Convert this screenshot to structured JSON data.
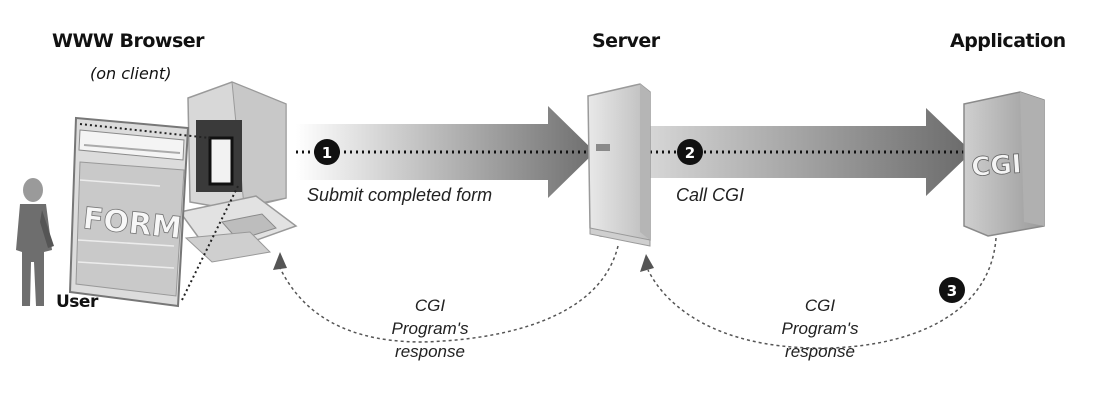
{
  "labels": {
    "browser_title": "WWW Browser",
    "browser_sub": "(on client)",
    "server_title": "Server",
    "application_title": "Application",
    "user_label": "User",
    "form_label": "FORM",
    "cgi_box_label": "CGI"
  },
  "steps": [
    {
      "number": "1",
      "caption": "Submit completed form"
    },
    {
      "number": "2",
      "caption": "Call CGI"
    },
    {
      "number": "3",
      "caption": ""
    }
  ],
  "responses": [
    {
      "line1": "CGI",
      "line2": "Program's",
      "line3": "response"
    },
    {
      "line1": "CGI",
      "line2": "Program's",
      "line3": "response"
    }
  ]
}
